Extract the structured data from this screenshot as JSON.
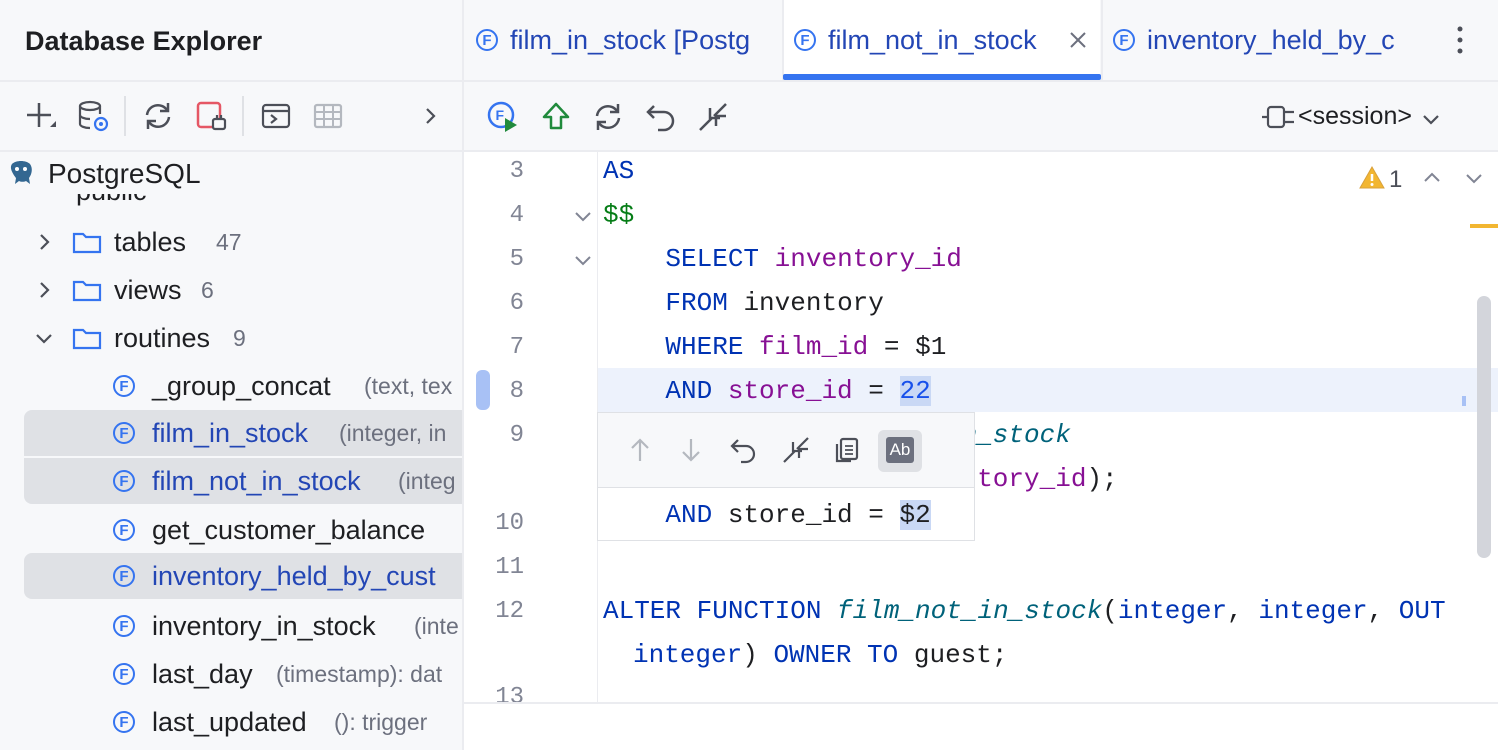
{
  "explorer": {
    "title": "Database Explorer",
    "toolbar": [
      "add-icon",
      "data-source-settings-icon",
      "refresh-icon",
      "disconnect-icon",
      "console-icon",
      "table-view-icon",
      "chevron-right-icon"
    ],
    "datasource": "PostgreSQL",
    "schema_partial": "public",
    "tree": [
      {
        "name": "tables",
        "count": "47",
        "kind": "folder",
        "expanded": false
      },
      {
        "name": "views",
        "count": "6",
        "kind": "folder",
        "expanded": false
      },
      {
        "name": "routines",
        "count": "9",
        "kind": "folder",
        "expanded": true
      },
      {
        "name": "_group_concat",
        "sig": "(text, tex",
        "kind": "function"
      },
      {
        "name": "film_in_stock",
        "sig": "(integer, in",
        "kind": "function",
        "selected": true
      },
      {
        "name": "film_not_in_stock",
        "sig": "(integ",
        "kind": "function",
        "selected": true
      },
      {
        "name": "get_customer_balance",
        "sig": "",
        "kind": "function"
      },
      {
        "name": "inventory_held_by_cust",
        "sig": "",
        "kind": "function",
        "selected": true
      },
      {
        "name": "inventory_in_stock",
        "sig": "(inte",
        "kind": "function"
      },
      {
        "name": "last_day",
        "sig": "(timestamp): dat",
        "kind": "function"
      },
      {
        "name": "last_updated",
        "sig": "(): trigger",
        "kind": "function"
      }
    ]
  },
  "tabs": [
    {
      "label": "film_in_stock [Postg",
      "active": false
    },
    {
      "label": "film_not_in_stock",
      "active": true
    },
    {
      "label": "inventory_held_by_c",
      "active": false
    }
  ],
  "editor_toolbar": {
    "session": "<session>"
  },
  "inspection": {
    "warnings": "1"
  },
  "code": {
    "line_numbers": [
      "3",
      "4",
      "5",
      "6",
      "7",
      "8",
      "9",
      "10",
      "11",
      "12",
      "13"
    ],
    "l3": "AS",
    "l4": "$$",
    "l5_kw": "SELECT",
    "l5_id": "inventory_id",
    "l6_kw": "FROM",
    "l6_tbl": "inventory",
    "l7_kw": "WHERE",
    "l7_id": "film_id",
    "l7_eq": "=",
    "l7_val": "$1",
    "l8_kw": "AND",
    "l8_id": "store_id",
    "l8_eq": "=",
    "l8_val": "22",
    "l9_partial": "in_stock",
    "l9b_partial": "entory_id",
    "l9b_tail": ");",
    "l10_kw": "AND",
    "l10_id": "store_id",
    "l10_eq": "=",
    "l10_val": "$2",
    "l12_kw": "ALTER FUNCTION",
    "l12_fn": "film_not_in_stock",
    "l12_open": "(",
    "l12_t1": "integer",
    "l12_comma1": ",",
    "l12_t2": "integer",
    "l12_comma2": ",",
    "l12_out": "OUT",
    "l12b_t3": "integer",
    "l12b_close": ")",
    "l12b_kw": "OWNER TO",
    "l12b_owner": "guest;"
  },
  "popup": {
    "icons": [
      "arrow-up-icon",
      "arrow-down-icon",
      "undo-icon",
      "collapse-icon",
      "copy-icon",
      "ab-icon"
    ],
    "ab_label": "Ab"
  }
}
